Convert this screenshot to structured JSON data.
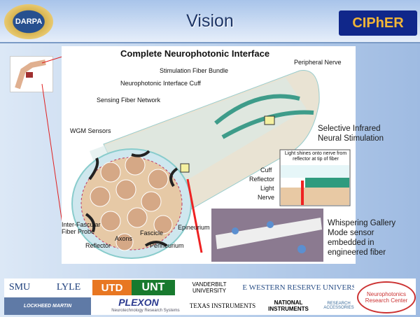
{
  "header": {
    "title": "Vision",
    "left_logo": "DARPA",
    "right_logo": "CIPhER"
  },
  "diagram": {
    "title": "Complete Neurophotonic Interface",
    "labels": {
      "peripheral_nerve": "Peripheral Nerve",
      "stim_bundle": "Stimulation Fiber Bundle",
      "cuff": "Neurophotonic Interface Cuff",
      "sensing": "Sensing Fiber Network",
      "wgm": "WGM Sensors",
      "probe": "Inter-Fascular Fiber Probe",
      "reflector": "Reflector",
      "axons": "Axons",
      "fascicle": "Fascicle",
      "perineurium": "Perineurium",
      "epineurium": "Epineurium"
    },
    "inset": {
      "caption": "Light shines onto nerve from reflector at tip of fiber",
      "cuff": "Cuff",
      "reflector": "Reflector",
      "light": "Light",
      "nerve": "Nerve"
    }
  },
  "side_text": {
    "stimulation": "Selective Infrared Neural Stimulation",
    "sensor": "Whispering Gallery Mode sensor embedded in engineered fiber"
  },
  "footer": {
    "logos": [
      "SMU",
      "LYLE",
      "UTD",
      "UNT",
      "VANDERBILT UNIVERSITY",
      "CASE WESTERN RESERVE UNIVERSITY",
      "Neurophotonics Research Center",
      "LOCKHEED MARTIN",
      "PLEXON",
      "Neurotechnology Research Systems",
      "TEXAS INSTRUMENTS",
      "NATIONAL INSTRUMENTS",
      "RESEARCH ACCESSORIES"
    ]
  }
}
